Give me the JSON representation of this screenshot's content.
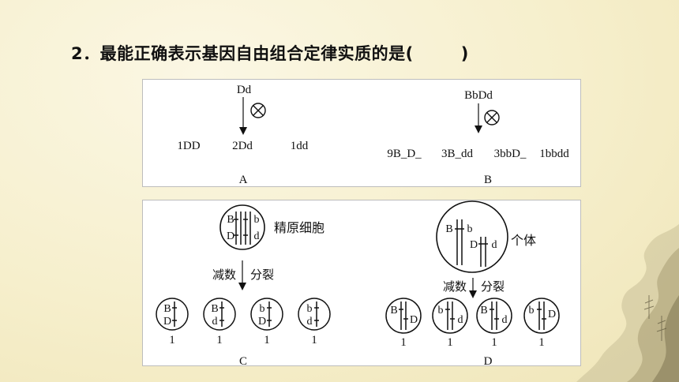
{
  "question": {
    "text": "2．最能正确表示基因自由组合定律实质的是(",
    "close": ")"
  },
  "option_a": {
    "parent": "Dd",
    "offspring": [
      "1DD",
      "2Dd",
      "1dd"
    ],
    "label": "A"
  },
  "option_b": {
    "parent": "BbDd",
    "offspring": [
      "9B_D_",
      "3B_dd",
      "3bbD_",
      "1bbdd"
    ],
    "label": "B"
  },
  "option_c": {
    "cell_label": "精原细胞",
    "process_left": "减数",
    "process_right": "分裂",
    "gametes": [
      {
        "top": "B",
        "bottom": "D",
        "ratio": "1"
      },
      {
        "top": "B",
        "bottom": "d",
        "ratio": "1"
      },
      {
        "top": "b",
        "bottom": "D",
        "ratio": "1"
      },
      {
        "top": "b",
        "bottom": "d",
        "ratio": "1"
      }
    ],
    "label": "C"
  },
  "option_d": {
    "cell_label": "个体",
    "process_left": "减数",
    "process_right": "分裂",
    "gametes": [
      {
        "left": "B",
        "right": "D",
        "ratio": "1"
      },
      {
        "left": "b",
        "right": "d",
        "ratio": "1"
      },
      {
        "left": "B",
        "right": "d",
        "ratio": "1"
      },
      {
        "left": "b",
        "right": "D",
        "ratio": "1"
      }
    ],
    "label": "D"
  },
  "symbols": {
    "cross": "⊗"
  },
  "colors": {
    "background": "#f7f1d2",
    "panel": "#ffffff",
    "ink": "#111111"
  }
}
